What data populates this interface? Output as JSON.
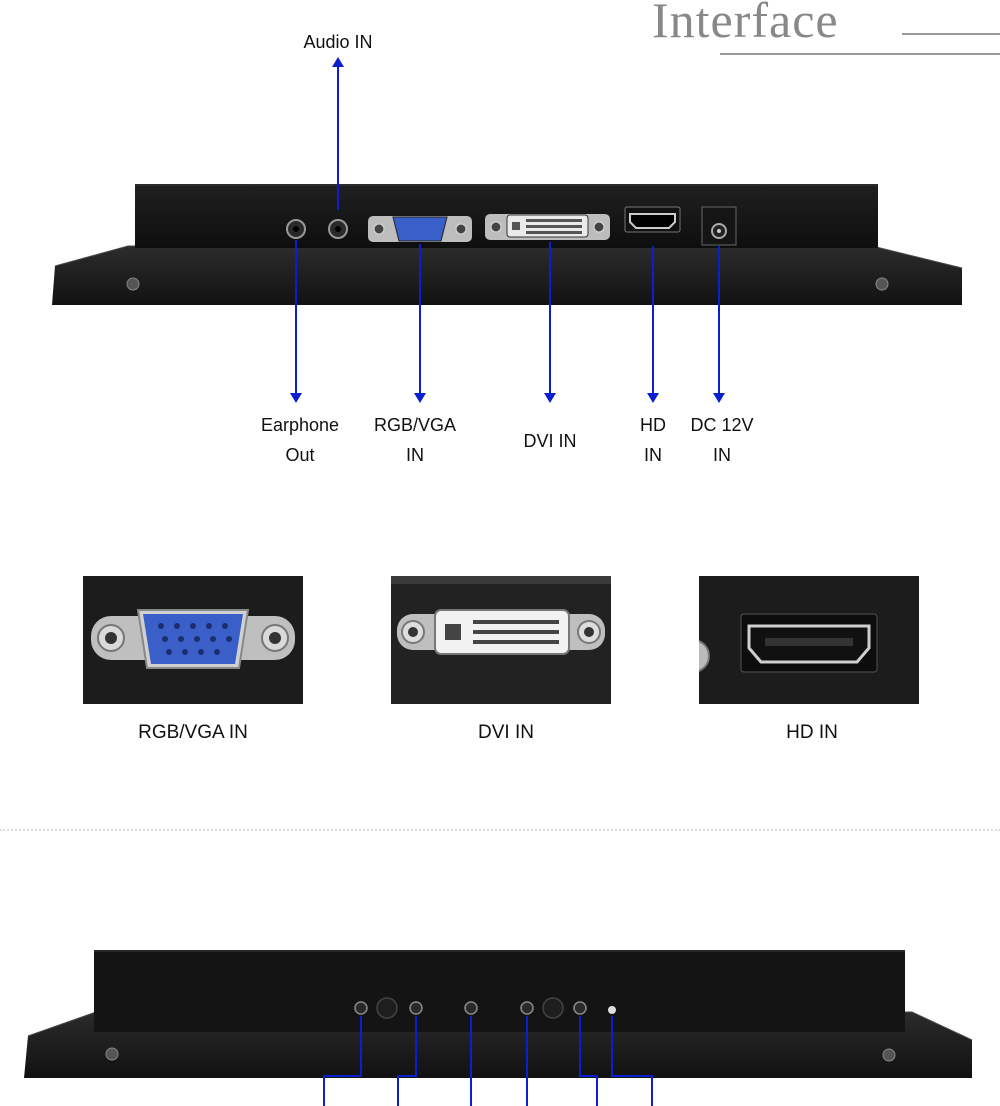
{
  "header": {
    "title": "Interface"
  },
  "ports": {
    "audio_in": "Audio IN",
    "earphone_out": [
      "Earphone",
      "Out"
    ],
    "rgb_vga_in": [
      "RGB/VGA",
      "IN"
    ],
    "dvi_in": "DVI IN",
    "hd_in": [
      "HD",
      "IN"
    ],
    "dc_in": [
      "DC 12V",
      "IN"
    ]
  },
  "closeups": {
    "vga_caption": "RGB/VGA IN",
    "dvi_caption": "DVI IN",
    "hd_caption": "HD IN"
  },
  "colors": {
    "arrow": "#0b1fd0",
    "vga_blue": "#3a5fc8",
    "panel": "#1b1b1b"
  }
}
